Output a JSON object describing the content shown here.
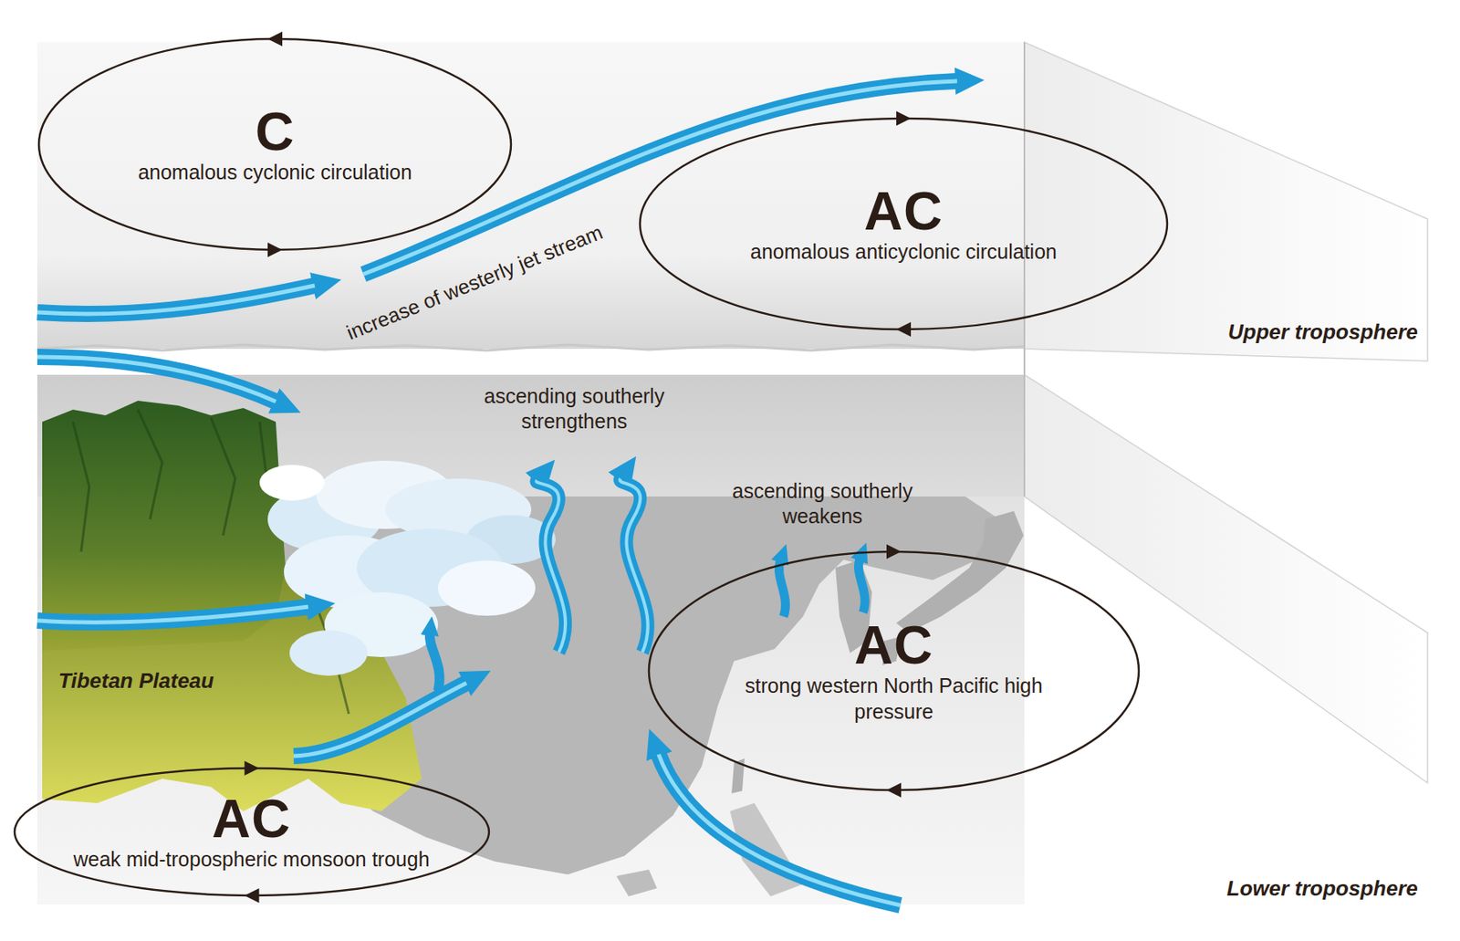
{
  "diagram": {
    "nodes": [
      {
        "text": [
          "C",
          "anomalous cyclonic circulation"
        ]
      },
      {
        "text": [
          "AC",
          "anomalous anticyclonic circulation"
        ]
      },
      {
        "text": [
          "AC",
          "strong western North Pacific high pressure"
        ]
      },
      {
        "text": [
          "AC",
          "weak mid-tropospheric monsoon trough"
        ]
      }
    ],
    "labels": [
      "increase of westerly jet stream",
      "Upper troposphere",
      "ascending southerly strengthens",
      "ascending southerly weakens",
      "Tibetan Plateau",
      "Lower troposphere"
    ]
  }
}
